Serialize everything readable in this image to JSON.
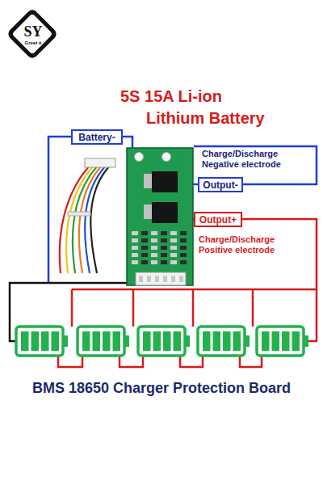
{
  "diagram": {
    "title": "5S 15A Li-ion Lithium Battery",
    "caption": "BMS 18650 Charger Protection Board",
    "nodes": [
      {
        "text": [
          "Battery-"
        ]
      },
      {
        "text": [
          "Output-"
        ]
      },
      {
        "text": [
          "Output+"
        ]
      }
    ],
    "labels": [
      "SY",
      "Great it",
      "Charge/Discharge Negative electrode",
      "Charge/Discharge Positive electrode"
    ]
  }
}
